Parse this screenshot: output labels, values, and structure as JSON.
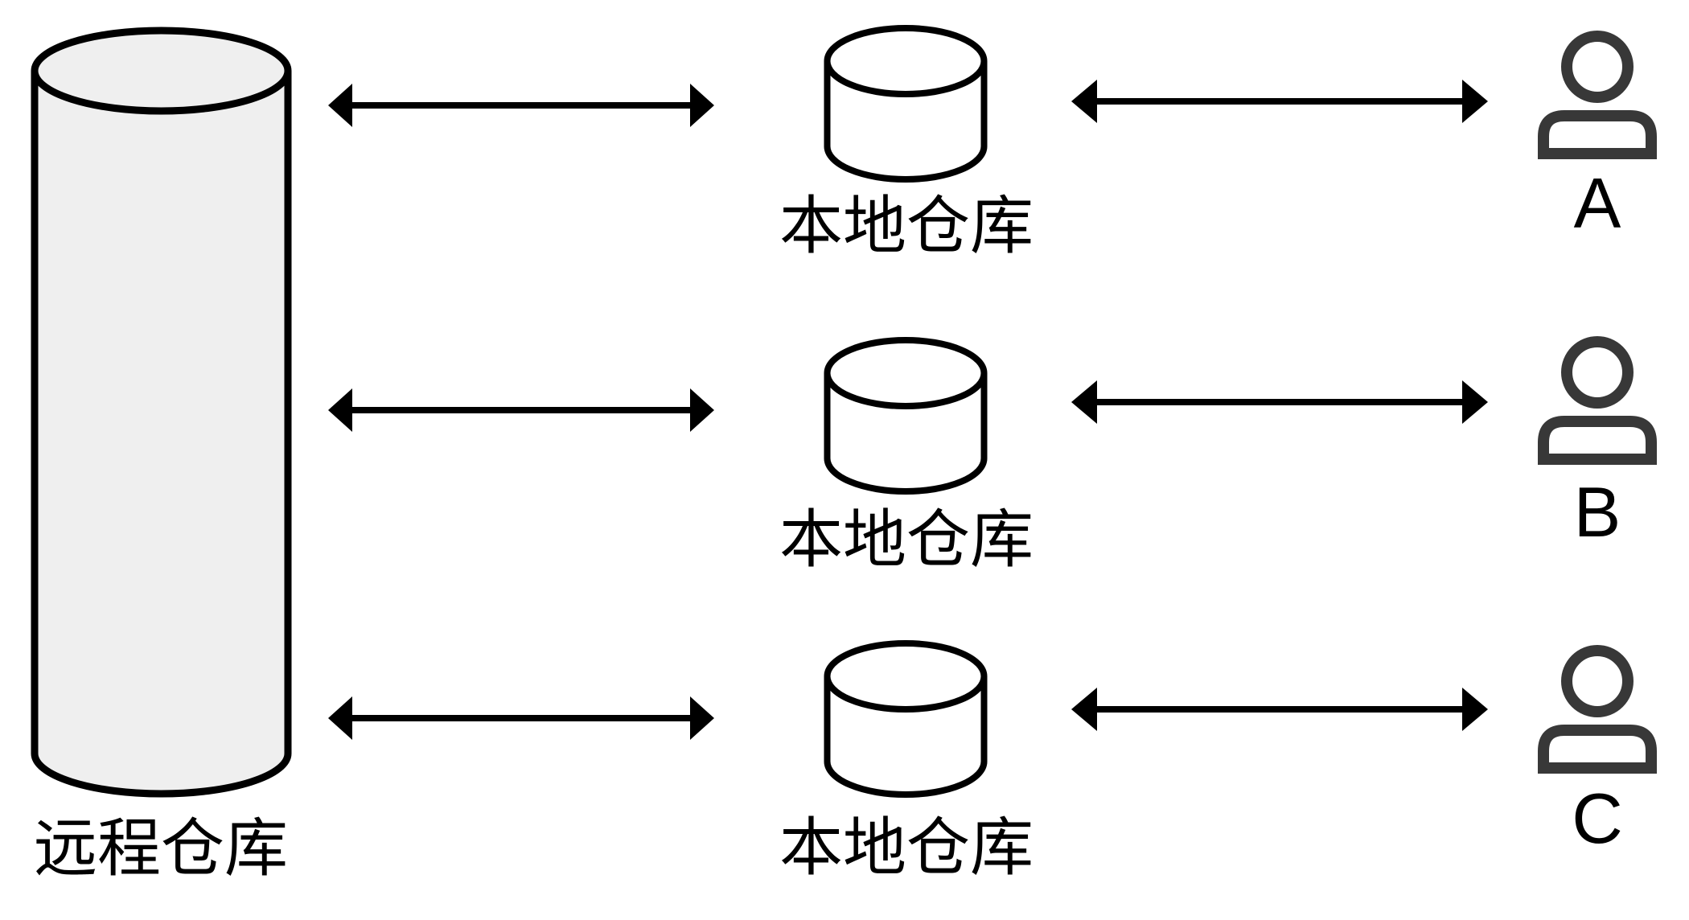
{
  "diagram": {
    "remote_repo": {
      "label": "远程仓库",
      "shape": "database-cylinder"
    },
    "local_repos": [
      {
        "label": "本地仓库",
        "shape": "database-cylinder"
      },
      {
        "label": "本地仓库",
        "shape": "database-cylinder"
      },
      {
        "label": "本地仓库",
        "shape": "database-cylinder"
      }
    ],
    "users": [
      {
        "label": "A",
        "shape": "person"
      },
      {
        "label": "B",
        "shape": "person"
      },
      {
        "label": "C",
        "shape": "person"
      }
    ],
    "connections": [
      {
        "from": "远程仓库",
        "to": "本地仓库 (row 1)",
        "direction": "bidirectional"
      },
      {
        "from": "远程仓库",
        "to": "本地仓库 (row 2)",
        "direction": "bidirectional"
      },
      {
        "from": "远程仓库",
        "to": "本地仓库 (row 3)",
        "direction": "bidirectional"
      },
      {
        "from": "本地仓库 (row 1)",
        "to": "A",
        "direction": "bidirectional"
      },
      {
        "from": "本地仓库 (row 2)",
        "to": "B",
        "direction": "bidirectional"
      },
      {
        "from": "本地仓库 (row 3)",
        "to": "C",
        "direction": "bidirectional"
      }
    ]
  },
  "colors": {
    "ink": "#000000",
    "person_ink": "#383838",
    "cylinder_fill": "#efefef",
    "background": "#ffffff"
  }
}
